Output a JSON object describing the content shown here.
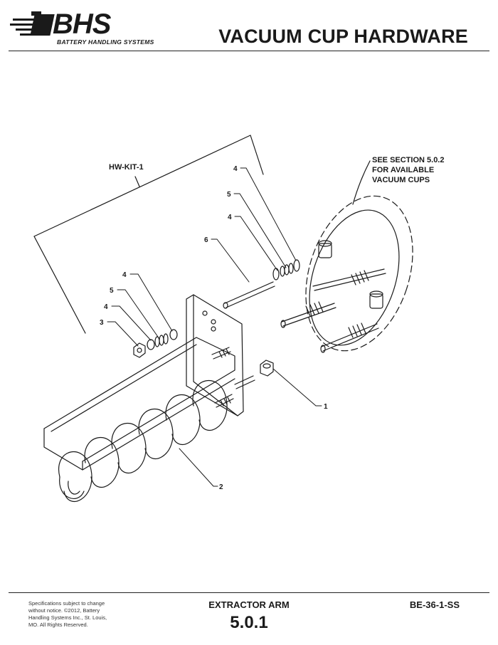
{
  "header": {
    "logo_text": "BHS",
    "logo_subtitle": "BATTERY HANDLING SYSTEMS",
    "title": "VACUUM CUP HARDWARE"
  },
  "drawing": {
    "kit_label": "HW-KIT-1",
    "note_lines": [
      "SEE SECTION 5.0.2",
      "FOR AVAILABLE",
      "VACUUM CUPS"
    ],
    "callouts": {
      "left_4_top": "4",
      "left_5": "5",
      "left_4_bottom": "4",
      "left_3": "3",
      "right_4_top": "4",
      "right_5": "5",
      "right_4_bottom": "4",
      "item_6": "6",
      "item_1": "1",
      "item_2": "2"
    }
  },
  "footer": {
    "note_lines": [
      "Specifications subject to change",
      "without notice. ©2012, Battery",
      "Handling Systems Inc., St. Louis,",
      "MO. All Rights Reserved."
    ],
    "title": "EXTRACTOR ARM",
    "section": "5.0.1",
    "code": "BE-36-1-SS"
  },
  "colors": {
    "ink": "#1a1a1a",
    "paper": "#ffffff"
  }
}
